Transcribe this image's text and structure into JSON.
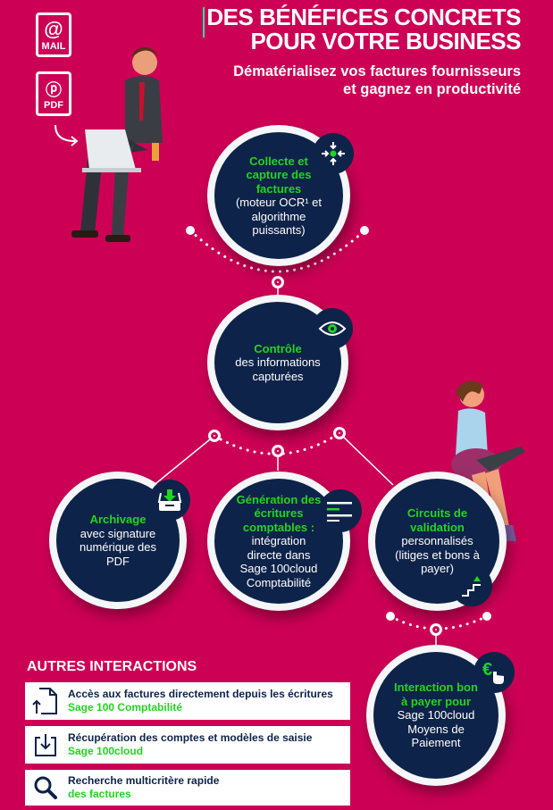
{
  "header": {
    "title_line1": "DES BÉNÉFICES CONCRETS",
    "title_line2": "POUR VOTRE BUSINESS",
    "subtitle_line1": "Dématérialisez vos factures fournisseurs",
    "subtitle_line2": "et gagnez en productivité"
  },
  "source_icons": {
    "mail": "MAIL",
    "pdf": "PDF"
  },
  "steps": [
    {
      "title": "Collecte et capture des factures",
      "desc": "(moteur OCR¹ et algorithme puissants)",
      "icon": "capture-arrows-icon"
    },
    {
      "title": "Contrôle",
      "desc": "des informations capturées",
      "icon": "eye-icon"
    },
    {
      "title": "Archivage",
      "desc": "avec signature numérique des PDF",
      "icon": "archive-tray-icon"
    },
    {
      "title": "Génération des écritures comptables :",
      "desc": "intégration directe dans Sage 100cloud Comptabilité",
      "icon": "lines-icon"
    },
    {
      "title": "Circuits de validation",
      "desc": "personnalisés (litiges et bons à payer)",
      "icon": "stairs-icon"
    },
    {
      "title": "Interaction bon à payer pour",
      "desc": "Sage 100cloud Moyens de Paiement",
      "icon": "euro-click-icon"
    }
  ],
  "other": {
    "title": "AUTRES INTERACTIONS",
    "items": [
      {
        "text": "Accès aux factures directement depuis les écritures",
        "highlight": "Sage 100 Comptabilité"
      },
      {
        "text": "Récupération des comptes et modèles de saisie",
        "highlight": "Sage 100cloud"
      },
      {
        "text": "Recherche multicritère rapide",
        "highlight": "des factures"
      }
    ]
  },
  "colors": {
    "background": "#cc0055",
    "navy": "#0e2349",
    "green": "#22d422"
  }
}
